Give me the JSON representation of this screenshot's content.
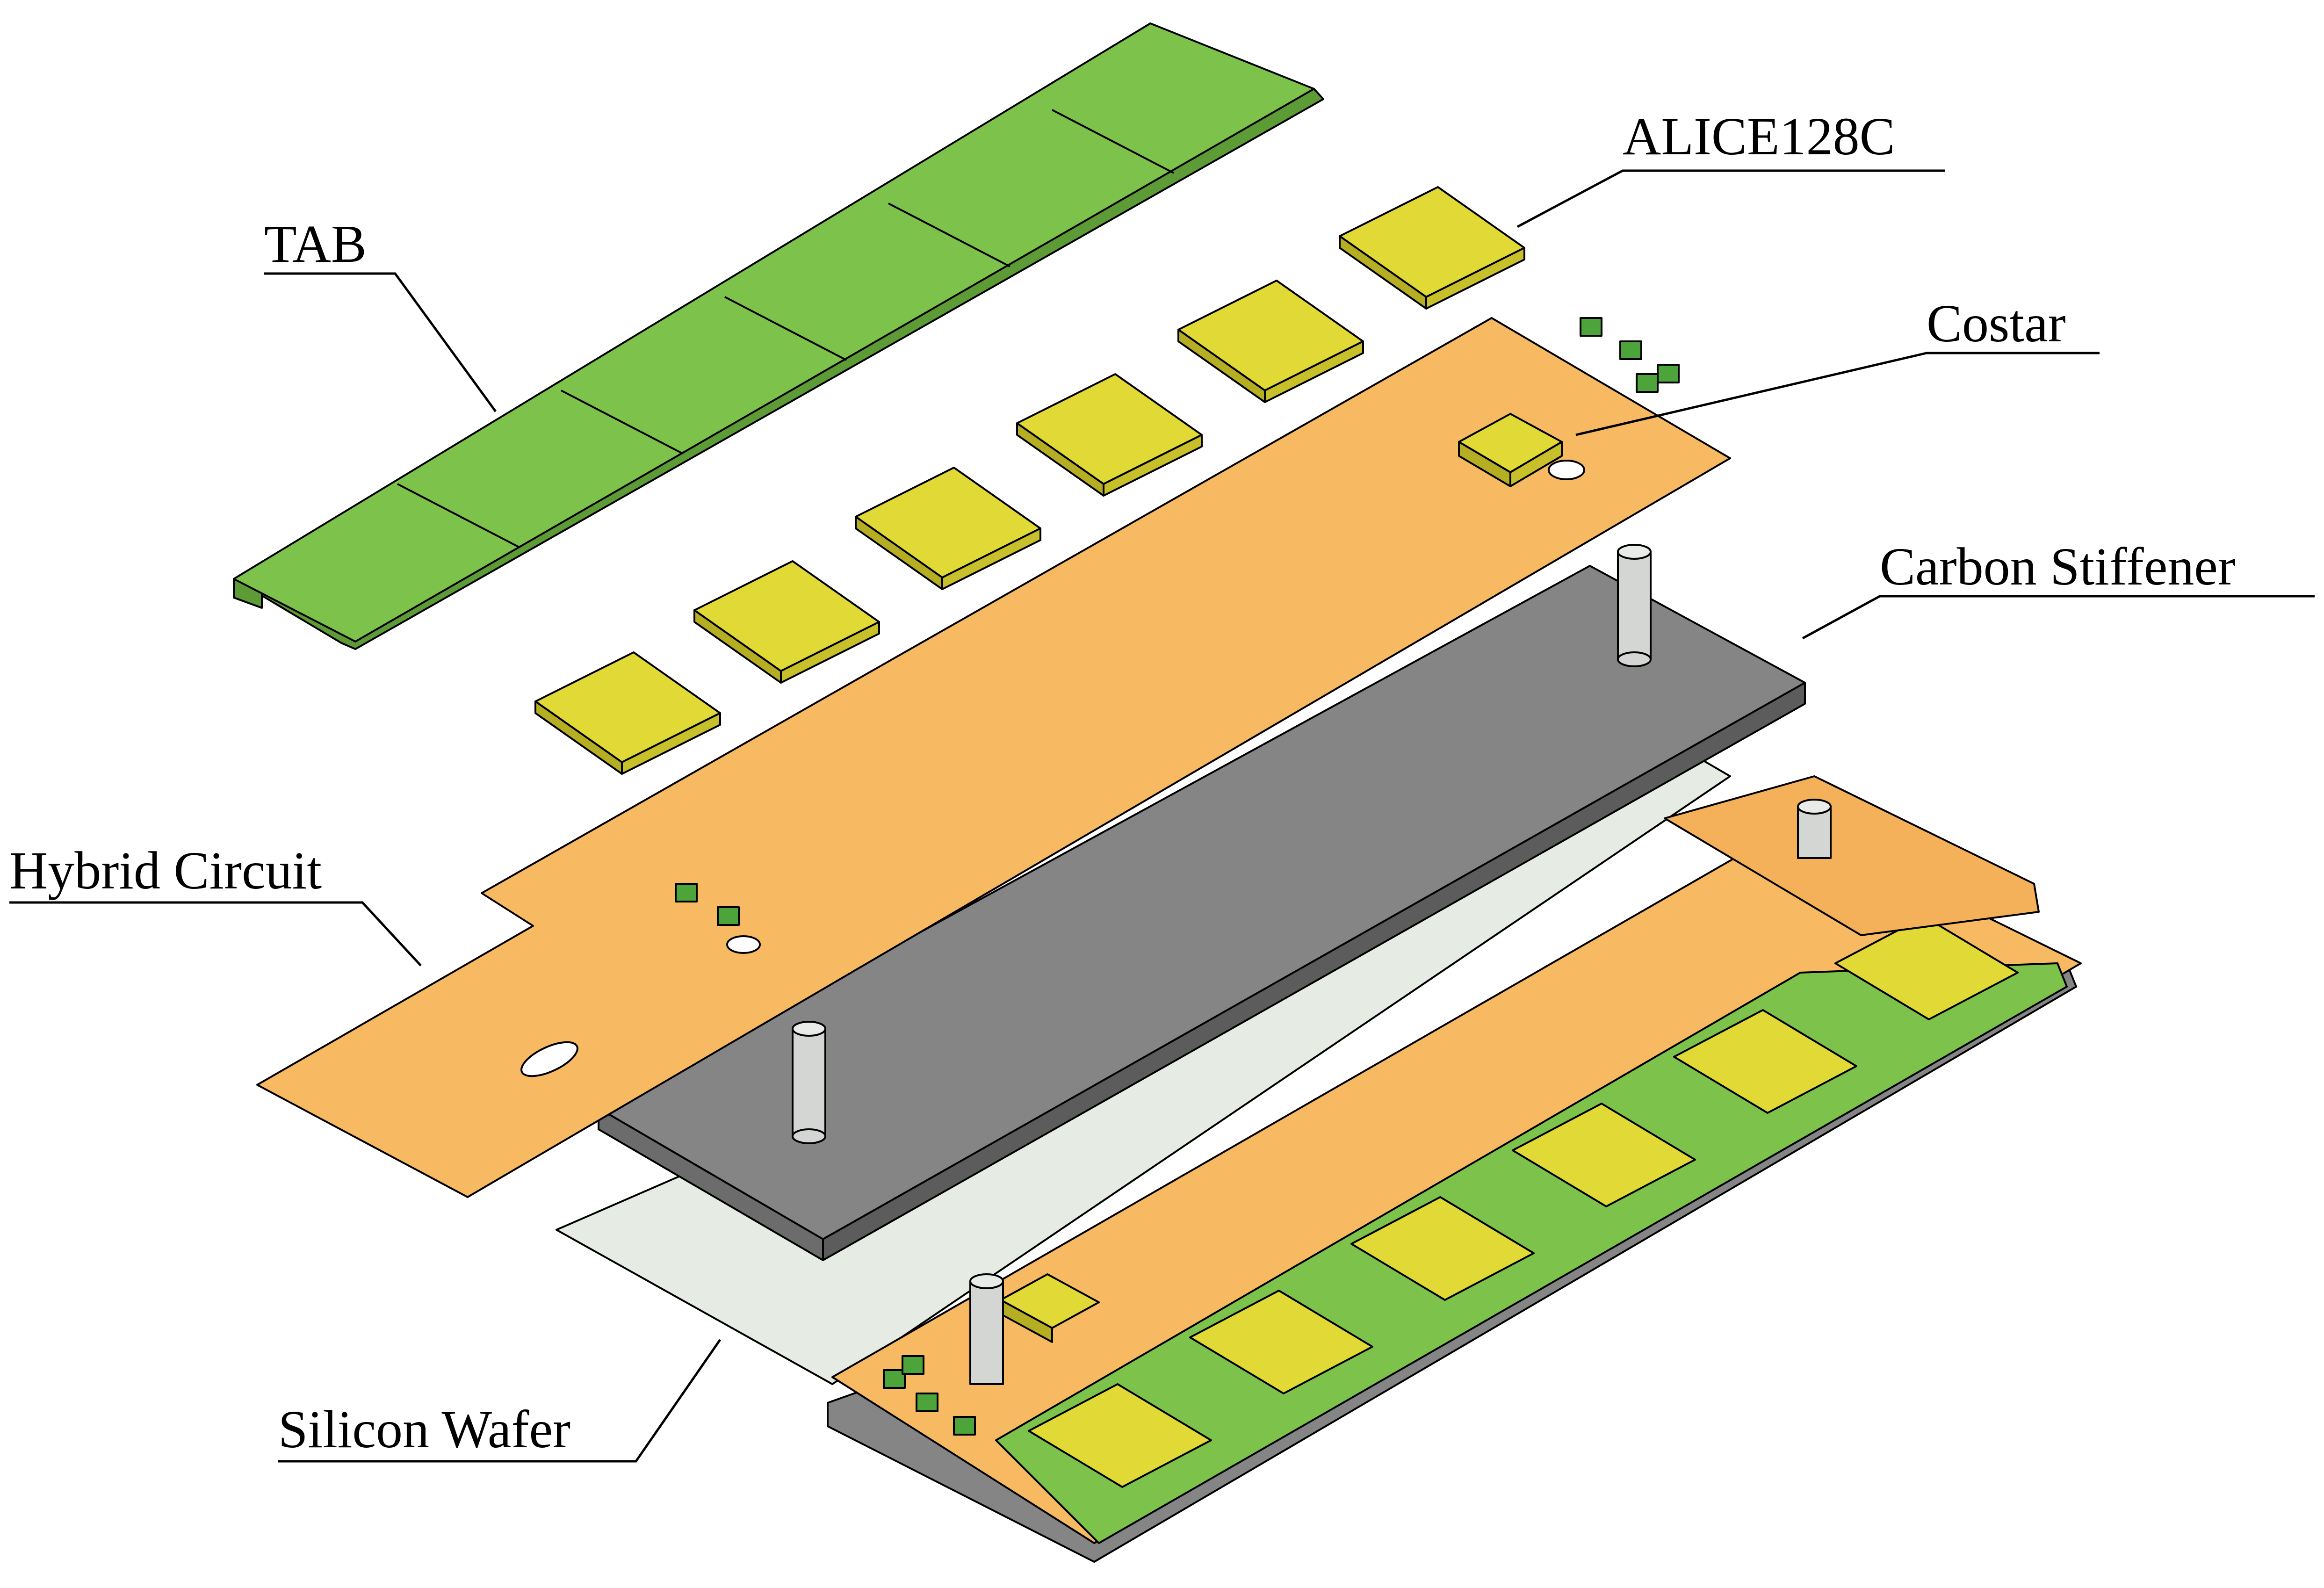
{
  "diagram": {
    "labels": {
      "tab": "TAB",
      "alice": "ALICE128C",
      "costar": "Costar",
      "stiffener": "Carbon Stiffener",
      "hybrid": "Hybrid Circuit",
      "wafer": "Silicon Wafer"
    },
    "colors": {
      "tab_green": "#7dc24b",
      "chip_yellow": "#e0d936",
      "hybrid_orange": "#f8b963",
      "stiffener_gray": "#858585",
      "wafer_light": "#e6ebe4",
      "spacer_gray": "#d4d6d4",
      "smd_green": "#4da43a"
    }
  }
}
